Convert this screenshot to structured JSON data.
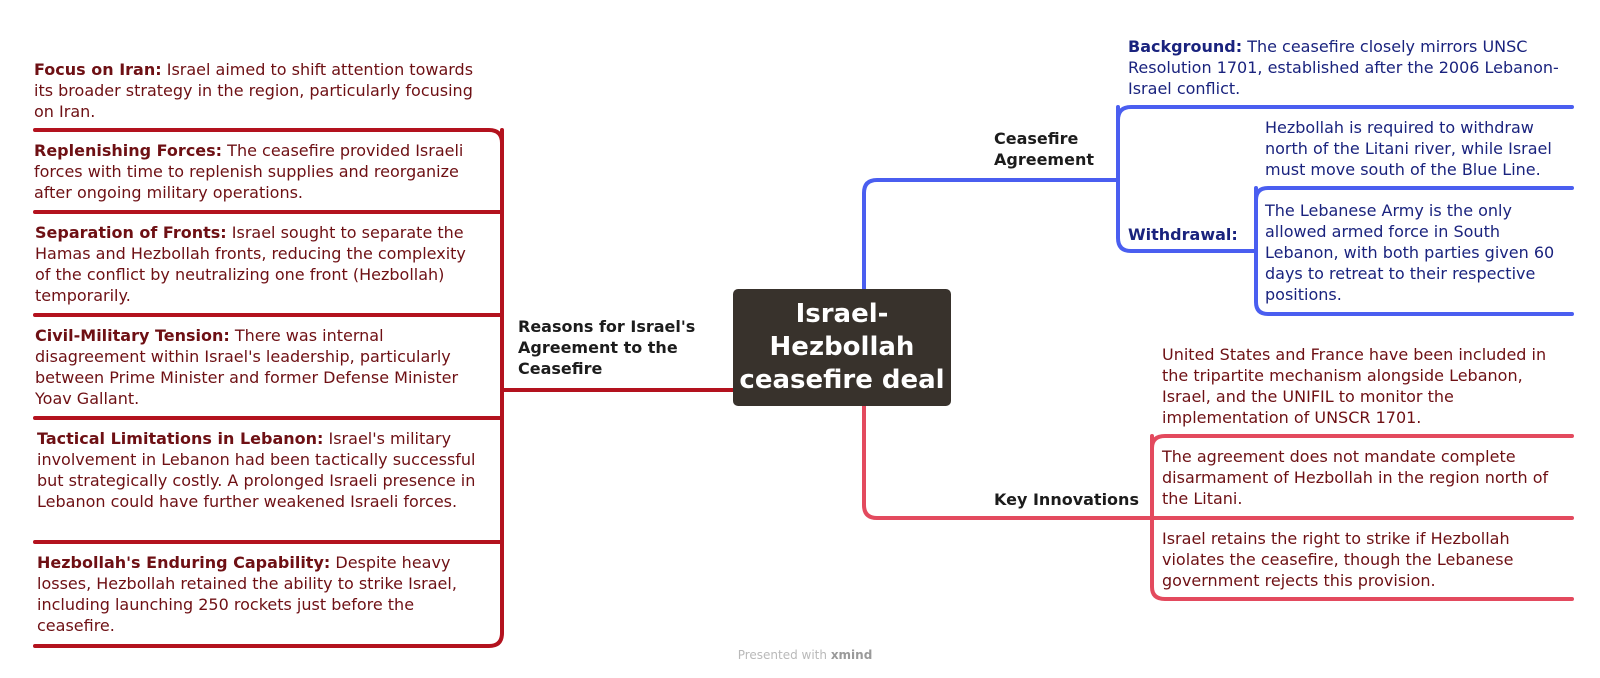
{
  "central_topic": "Israel-Hezbollah ceasefire deal",
  "colors": {
    "left_branch": "#b3121e",
    "right_top_branch": "#4a5ef0",
    "right_bottom_branch": "#e34a5e",
    "root_fill": "#38322c"
  },
  "left_branch": {
    "label": "Reasons for Israel's Agreement to the Ceasefire",
    "items": [
      {
        "title": "Focus on Iran:",
        "text": "Israel aimed to shift attention towards its broader strategy in the region, particularly focusing on Iran."
      },
      {
        "title": "Replenishing Forces:",
        "text": "The ceasefire provided Israeli forces with time to replenish supplies and reorganize after ongoing military operations."
      },
      {
        "title": "Separation of Fronts:",
        "text": "Israel sought to separate the Hamas and Hezbollah fronts, reducing the complexity of the conflict by neutralizing one front (Hezbollah) temporarily."
      },
      {
        "title": "Civil-Military Tension:",
        "text": "There was internal disagreement within Israel's leadership, particularly between Prime Minister and former Defense Minister Yoav Gallant."
      },
      {
        "title": "Tactical Limitations in Lebanon:",
        "text": "Israel's military involvement in Lebanon had been tactically successful but strategically costly. A prolonged Israeli presence in Lebanon could have further weakened Israeli forces."
      },
      {
        "title": "Hezbollah's Enduring Capability:",
        "text": "Despite heavy losses, Hezbollah retained the ability to strike Israel, including launching 250 rockets just before the ceasefire."
      }
    ]
  },
  "ceasefire_branch": {
    "label": "Ceasefire Agreement",
    "background": {
      "title": "Background:",
      "text": "The ceasefire closely mirrors UNSC Resolution 1701, established after the 2006 Lebanon-Israel conflict."
    },
    "withdrawal": {
      "label": "Withdrawal:",
      "items": [
        "Hezbollah is required to withdraw north of the Litani river, while Israel must move south of the Blue Line.",
        "The Lebanese Army is the only allowed armed force in South Lebanon, with both parties given 60 days to retreat to their respective positions."
      ]
    }
  },
  "innovations_branch": {
    "label": "Key Innovations",
    "items": [
      "United States and France have been included in the tripartite mechanism alongside Lebanon, Israel, and the UNIFIL to monitor the implementation of UNSCR 1701.",
      "The agreement does not mandate complete disarmament of Hezbollah in the region north of the Litani.",
      "Israel retains the right to strike if Hezbollah violates the ceasefire, though the Lebanese government rejects this provision."
    ]
  },
  "footer": {
    "prefix": "Presented with",
    "brand": "xmind"
  }
}
